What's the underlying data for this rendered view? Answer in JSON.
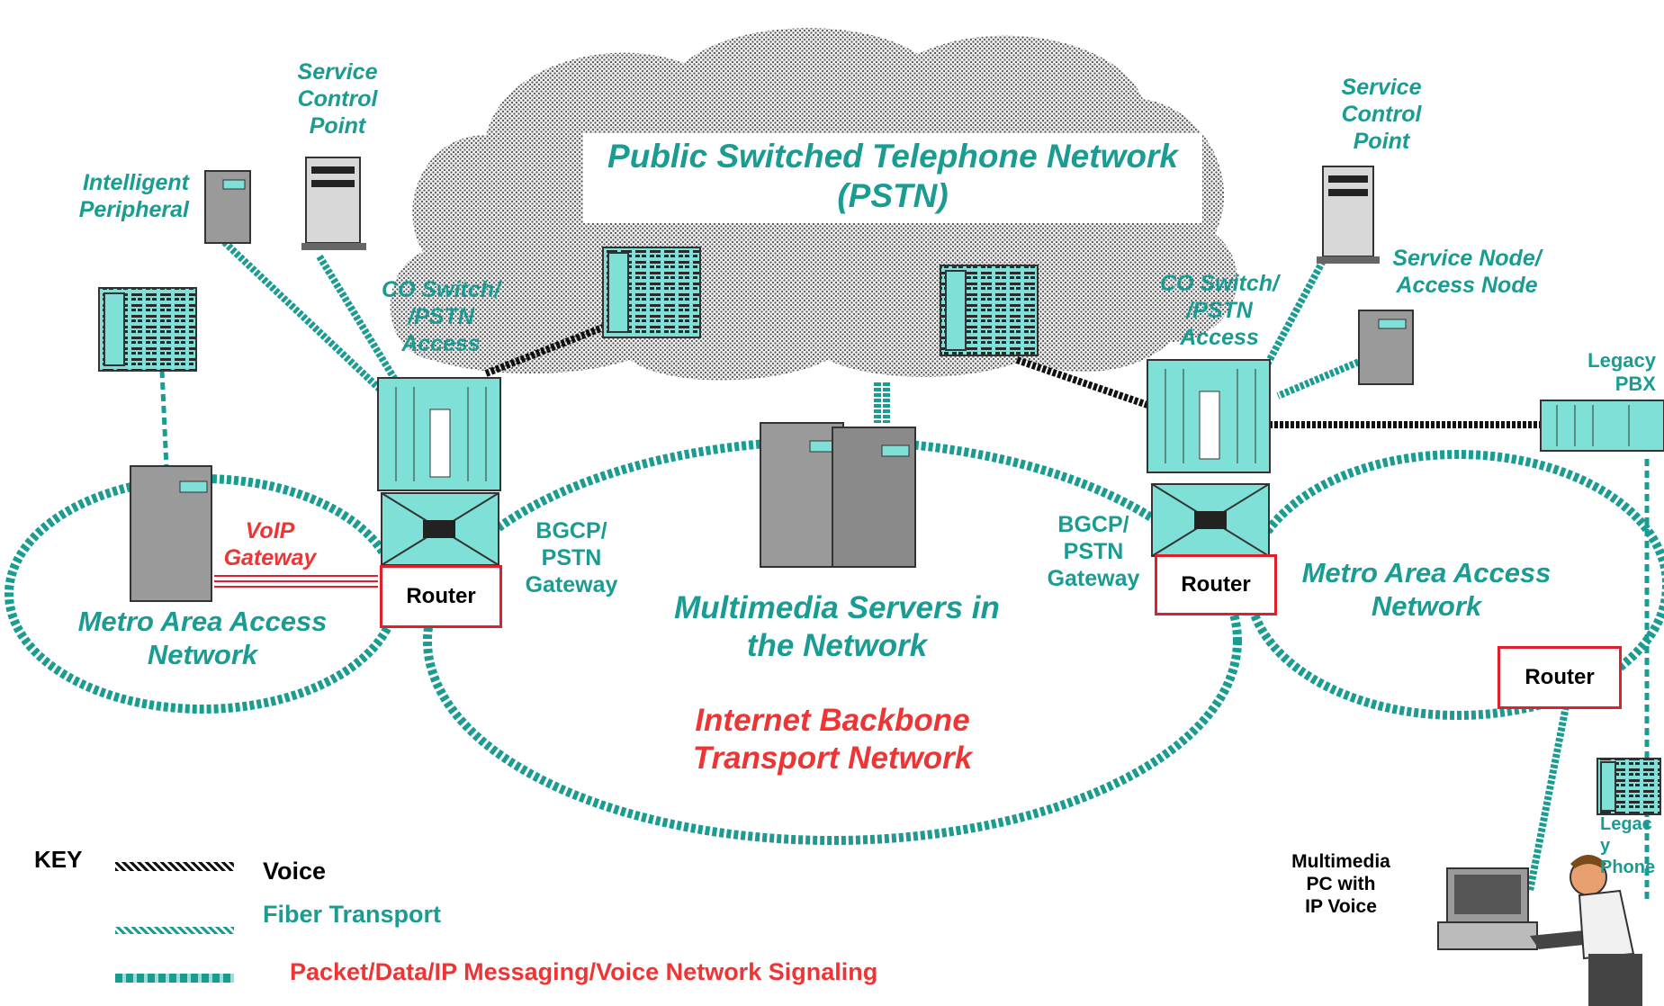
{
  "diagram": {
    "pstn_title": "Public Switched Telephone Network\n(PSTN)",
    "labels": {
      "scp_left": "Service\nControl\nPoint",
      "intelligent_peripheral": "Intelligent\nPeripheral",
      "co_switch_left": "CO Switch/\n/PSTN\nAccess",
      "voip_gateway": "VoIP\nGateway",
      "metro_left": "Metro Area Access\nNetwork",
      "bgcp_left": "BGCP/\nPSTN\nGateway",
      "multimedia_servers": "Multimedia Servers in\nthe Network",
      "backbone": "Internet  Backbone\nTransport Network",
      "scp_right": "Service\nControl\nPoint",
      "service_node": "Service Node/\nAccess Node",
      "co_switch_right": "CO Switch/\n/PSTN\nAccess",
      "legacy_pbx": "Legacy\nPBX",
      "bgcp_right": "BGCP/\nPSTN\nGateway",
      "metro_right": "Metro Area Access\nNetwork",
      "legacy_phone": "Legac\ny\nPhone",
      "multimedia_pc": "Multimedia\nPC with\nIP Voice"
    },
    "routers": [
      "Router",
      "Router",
      "Router"
    ]
  },
  "key": {
    "title": "KEY",
    "voice": "Voice",
    "fiber": "Fiber Transport",
    "packet": "Packet/Data/IP Messaging/Voice Network Signaling"
  },
  "colors": {
    "teal": "#1a9c92",
    "equipment": "#7fe0d8",
    "red": "#e0202b",
    "cloud_dots": "#555555"
  }
}
